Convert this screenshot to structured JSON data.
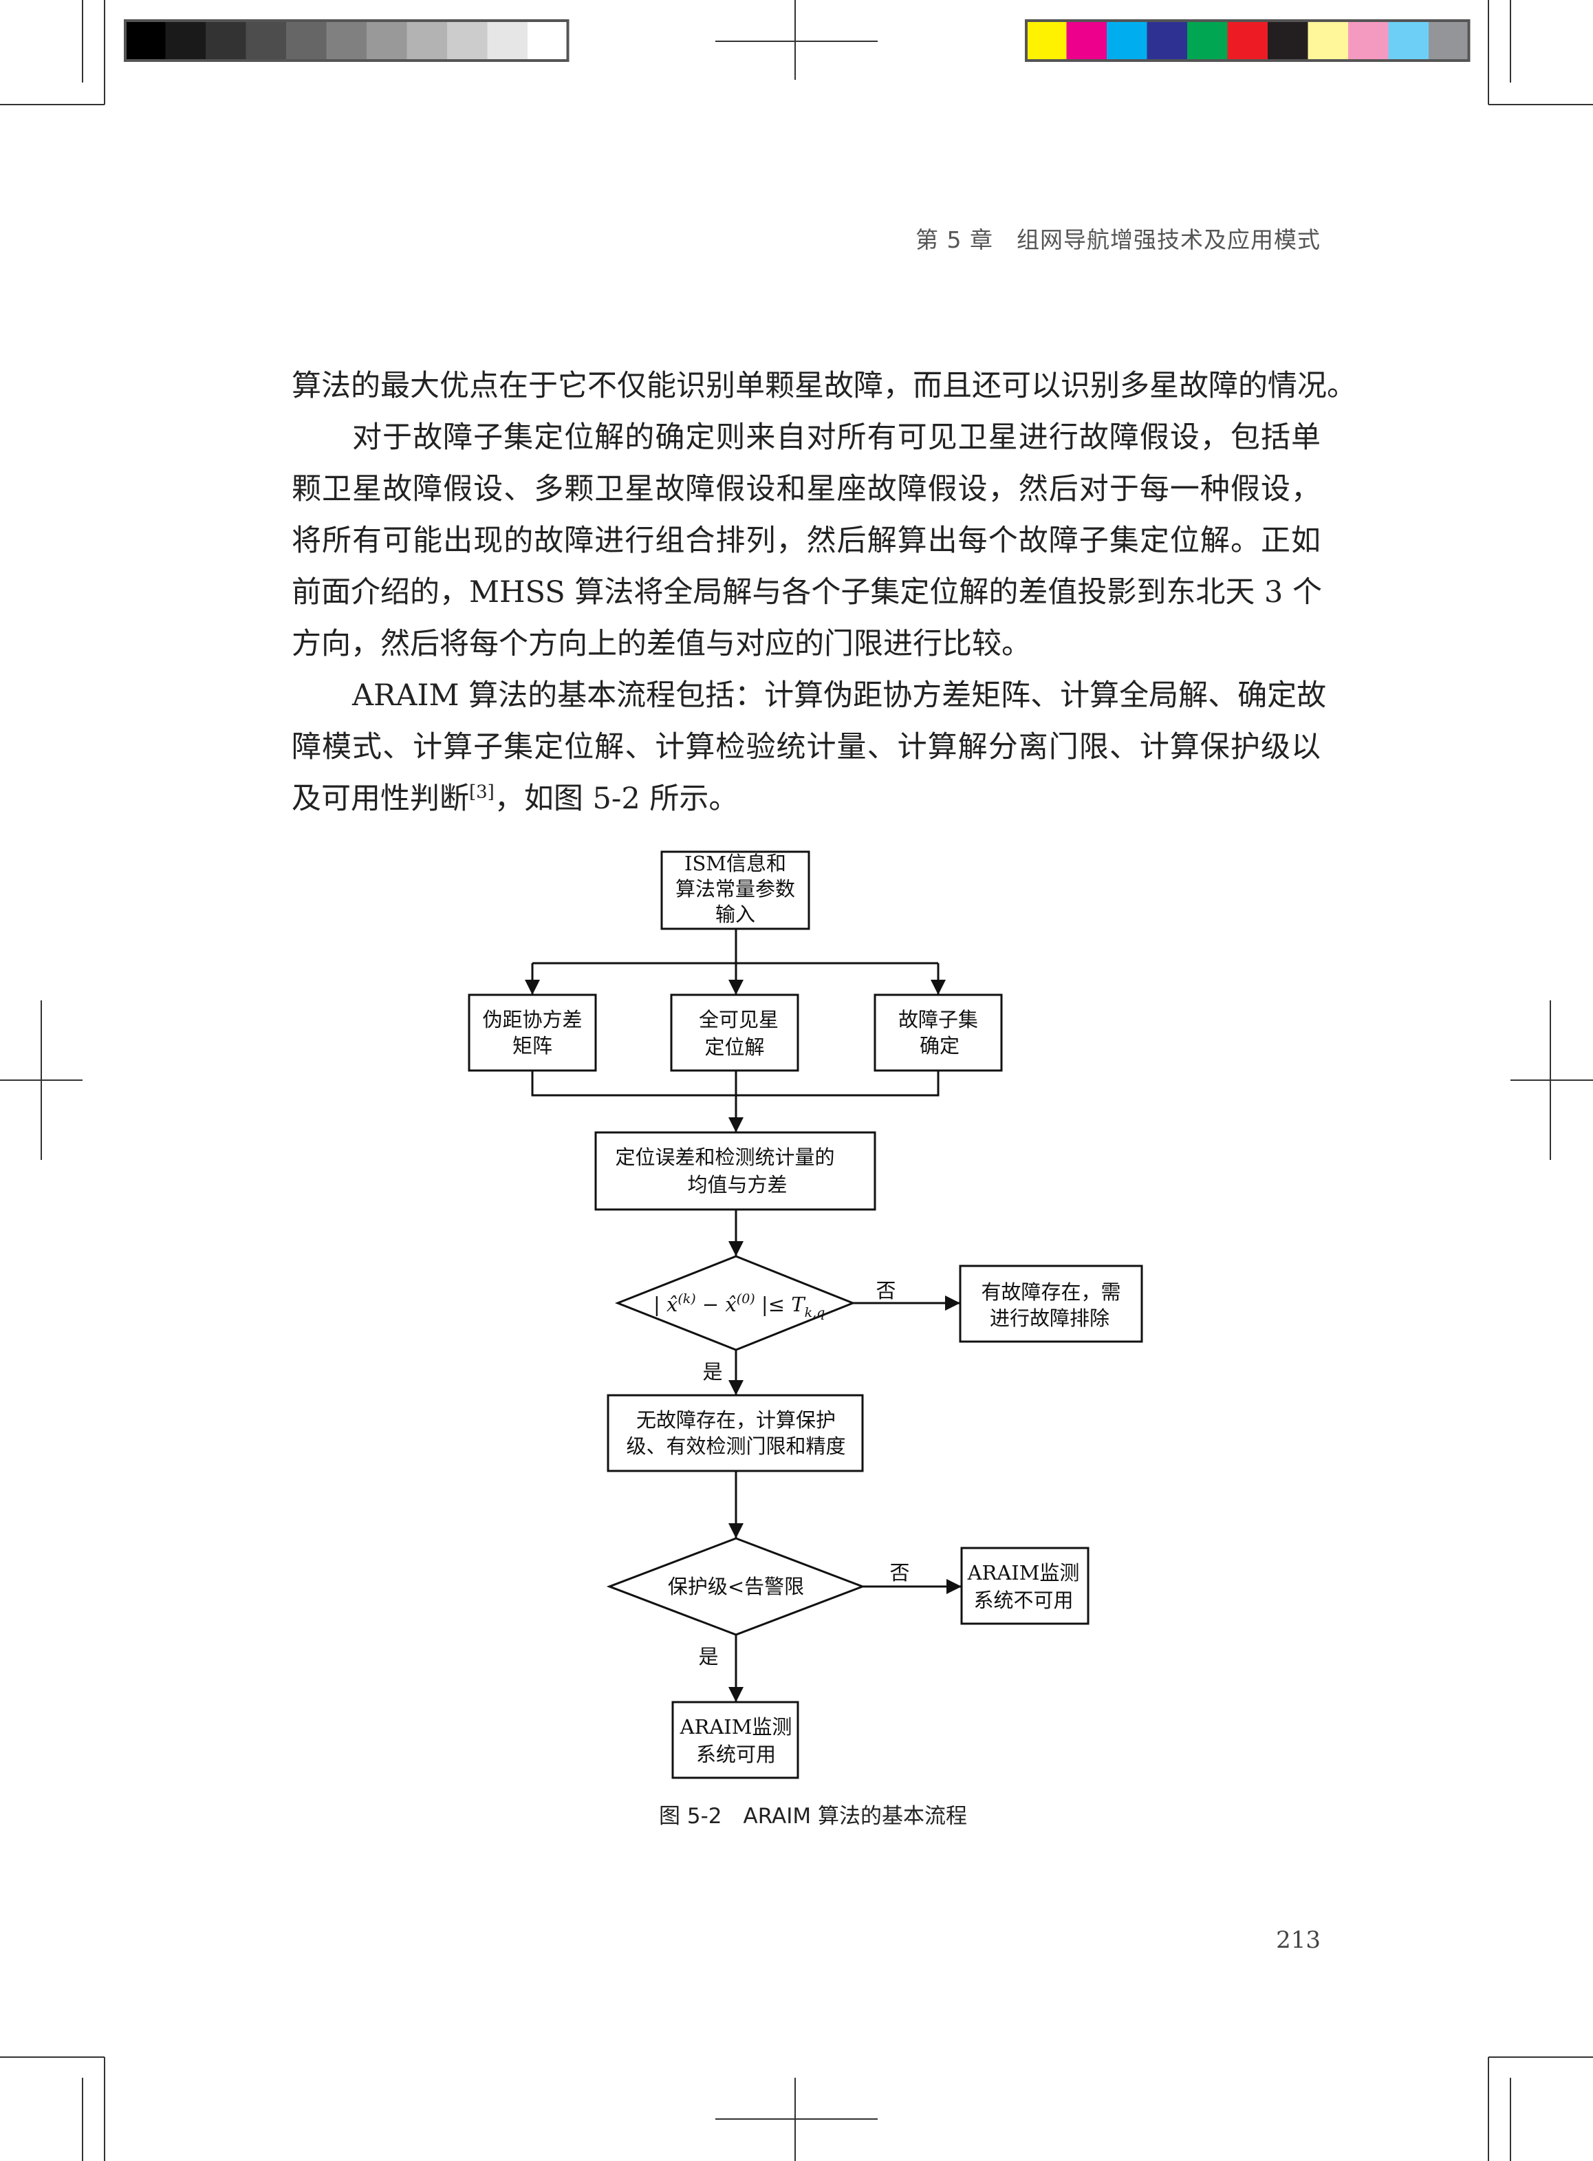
{
  "header": {
    "chapter": "第 5 章　组网导航增强技术及应用模式"
  },
  "registration": {
    "gray_swatches": [
      "#000000",
      "#1a1a1a",
      "#333333",
      "#4d4d4d",
      "#666666",
      "#808080",
      "#999999",
      "#b3b3b3",
      "#cccccc",
      "#e6e6e6",
      "#ffffff"
    ],
    "color_swatches": [
      "#fff200",
      "#ec008c",
      "#00aeef",
      "#2e3192",
      "#00a651",
      "#ed1c24",
      "#231f20",
      "#fff799",
      "#f49ac1",
      "#6dcff6",
      "#939598"
    ]
  },
  "body": {
    "paragraphs": [
      {
        "lines": [
          "算法的最大优点在于它不仅能识别单颗星故障，而且还可以识别多星故障的情况。"
        ]
      },
      {
        "lines": [
          "对于故障子集定位解的确定则来自对所有可见卫星进行故障假设，包括单",
          "颗卫星故障假设、多颗卫星故障假设和星座故障假设，然后对于每一种假设，",
          "将所有可能出现的故障进行组合排列，然后解算出每个故障子集定位解。正如",
          "前面介绍的，MHSS 算法将全局解与各个子集定位解的差值投影到东北天 3 个",
          "方向，然后将每个方向上的差值与对应的门限进行比较。"
        ]
      },
      {
        "lines": [
          "ARAIM 算法的基本流程包括：计算伪距协方差矩阵、计算全局解、确定故",
          "障模式、计算子集定位解、计算检验统计量、计算解分离门限、计算保护级以"
        ],
        "last_line": {
          "text": "及可用性判断",
          "ref": "[3]",
          "tail": "，如图 5-2 所示。"
        }
      }
    ]
  },
  "flowchart": {
    "input_box": [
      "ISM信息和",
      "算法常量参数",
      "输入"
    ],
    "covariance_box": [
      "伪距协方差",
      "矩阵"
    ],
    "all_in_view_box": [
      "全可见星",
      "定位解"
    ],
    "fault_subset_box": [
      "故障子集",
      "确定"
    ],
    "stats_box": [
      "定位误差和检测统计量的",
      "均值与方差"
    ],
    "decision1": {
      "parts": [
        "| x̂",
        "(k)",
        " − x̂",
        "(0)",
        " |≤ T",
        "k,q"
      ]
    },
    "fault_box": [
      "有故障存在，需",
      "进行故障排除"
    ],
    "no_fault_box": [
      "无故障存在，计算保护",
      "级、有效检测门限和精度"
    ],
    "decision2": "保护级<告警限",
    "unavailable_box": [
      "ARAIM监测",
      "系统不可用"
    ],
    "available_box": [
      "ARAIM监测",
      "系统可用"
    ],
    "yes_label": "是",
    "no_label": "否"
  },
  "caption": "图 5-2　ARAIM 算法的基本流程",
  "page_number": "213"
}
